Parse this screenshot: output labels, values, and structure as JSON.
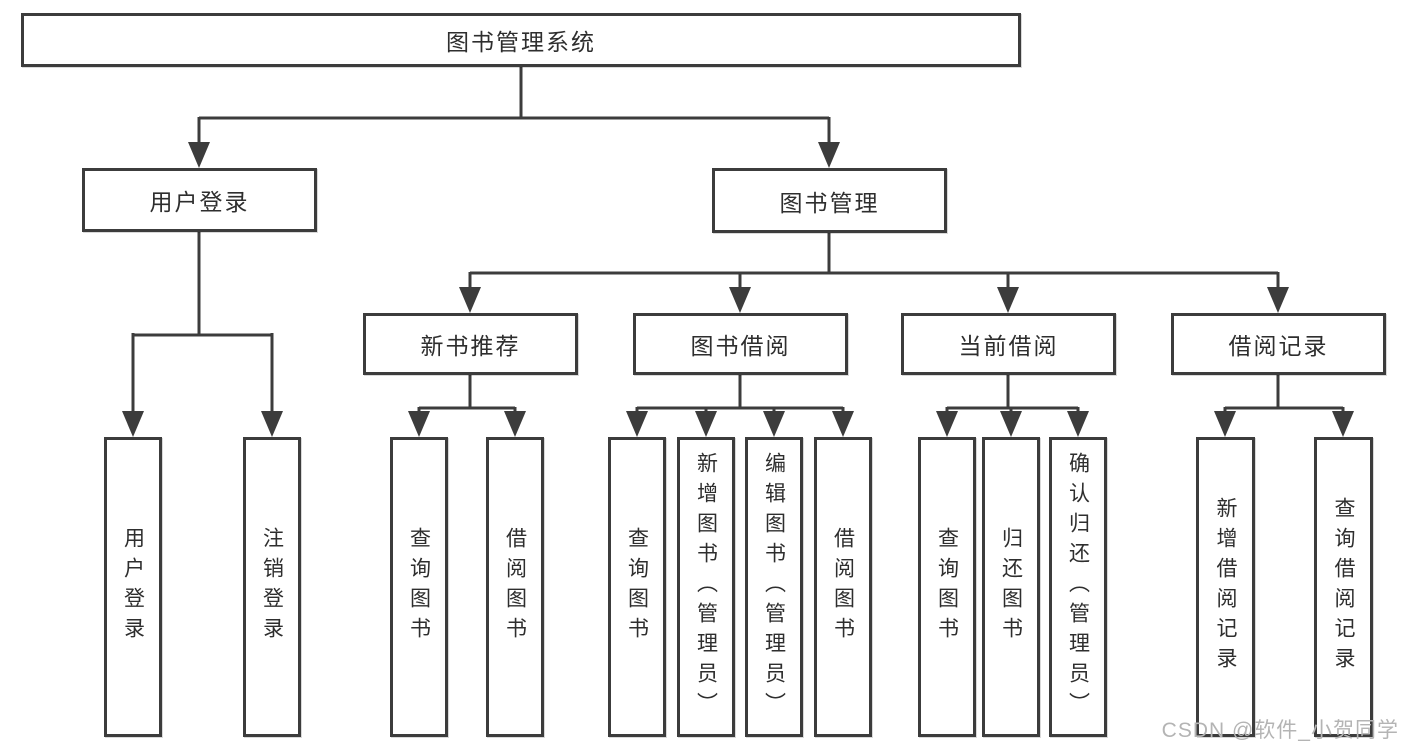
{
  "tree": {
    "label": "图书管理系统",
    "children": [
      {
        "label": "用户登录",
        "children": [
          {
            "label": "用户登录"
          },
          {
            "label": "注销登录"
          }
        ]
      },
      {
        "label": "图书管理",
        "children": [
          {
            "label": "新书推荐",
            "children": [
              {
                "label": "查询图书"
              },
              {
                "label": "借阅图书"
              }
            ]
          },
          {
            "label": "图书借阅",
            "children": [
              {
                "label": "查询图书"
              },
              {
                "label": "新增图书（管理员）"
              },
              {
                "label": "编辑图书（管理员）"
              },
              {
                "label": "借阅图书"
              }
            ]
          },
          {
            "label": "当前借阅",
            "children": [
              {
                "label": "查询图书"
              },
              {
                "label": "归还图书"
              },
              {
                "label": "确认归还（管理员）"
              }
            ]
          },
          {
            "label": "借阅记录",
            "children": [
              {
                "label": "新增借阅记录"
              },
              {
                "label": "查询借阅记录"
              }
            ]
          }
        ]
      }
    ]
  },
  "watermark": {
    "text": "CSDN @软件_小贺同学"
  },
  "colors": {
    "line": "#3c3c3c",
    "box_border": "#3c3c3c",
    "text": "#2e2e2e",
    "watermark": "#b4b4b4",
    "background": "#ffffff"
  }
}
